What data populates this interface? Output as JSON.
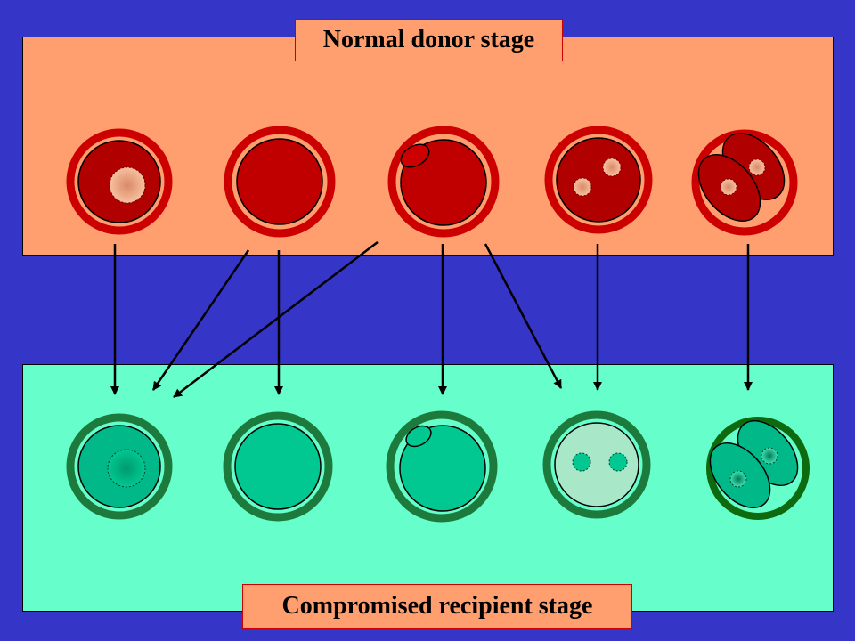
{
  "donor_label": "Normal donor stage",
  "recipient_label": "Compromised recipient stage",
  "colors": {
    "background": "#3535c8",
    "donor_panel": "#ff9e6e",
    "recipient_panel": "#66ffcc",
    "donor_ring": "#cc0000",
    "donor_cell": "#b00000",
    "donor_nucleus": "#e8a080",
    "recipient_ring": "#1c7a3c",
    "recipient_cell": "#00c890",
    "recipient_pale_cell": "#a8e8c8",
    "recipient_dark_ring": "#0e6a0e",
    "arrow": "#000000"
  },
  "donor_stages": [
    "nucleus",
    "no-nucleus",
    "polar-body",
    "two-pronuclei",
    "two-cell"
  ],
  "recipient_stages": [
    "nucleus",
    "no-nucleus",
    "polar-body",
    "two-pronuclei",
    "two-cell"
  ]
}
